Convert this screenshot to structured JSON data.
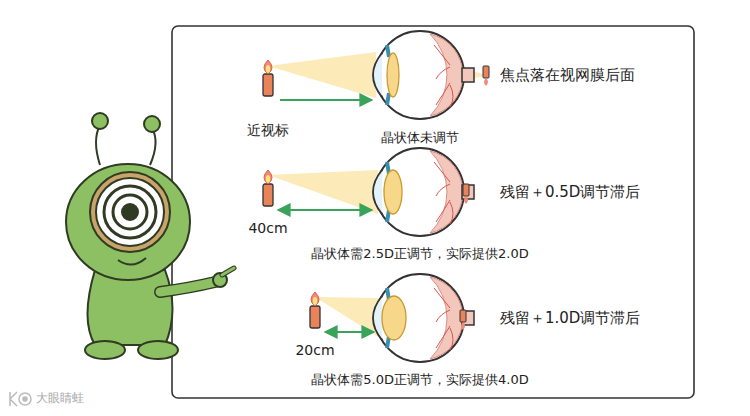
{
  "diagram": {
    "labels": [
      "近视标",
      "晶状体未调节",
      "焦点落在视网膜后面",
      "40cm",
      "残留＋0.5D调节滞后",
      "晶状体需2.5D正调节，实际提供2.0D",
      "20cm",
      "残留＋1.0D调节滞后",
      "晶状体需5.0D正调节，实际提供4.0D",
      "大眼睛蛙"
    ]
  }
}
